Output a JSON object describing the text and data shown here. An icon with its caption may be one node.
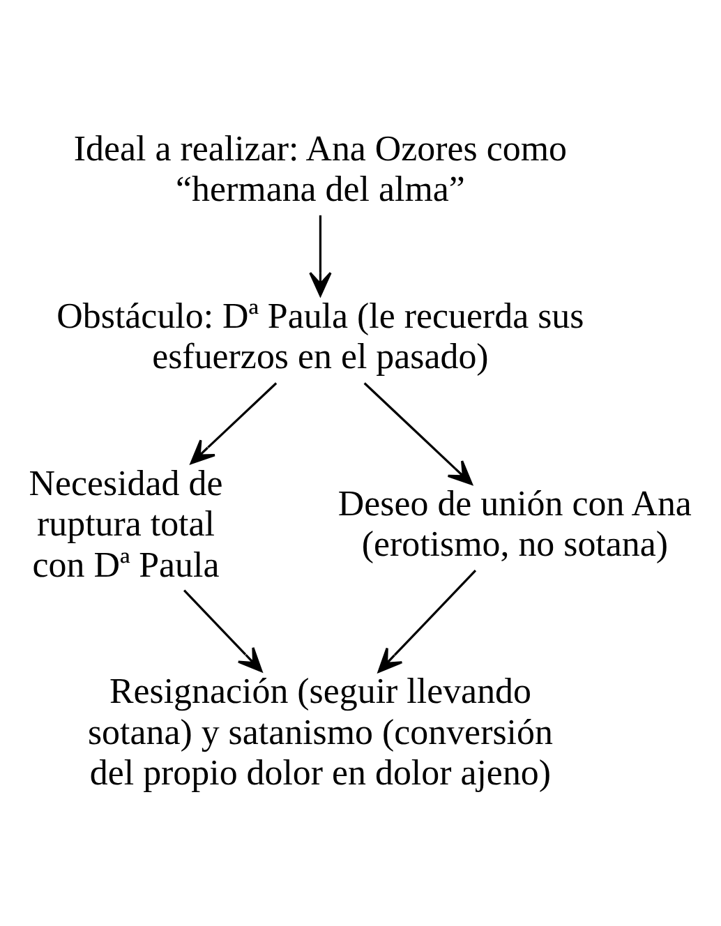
{
  "diagram": {
    "nodes": [
      {
        "text": [
          "Ideal a realizar: Ana Ozores como “hermana del alma”"
        ]
      },
      {
        "text": [
          "Obstáculo: Dª Paula (le recuerda sus esfuerzos en el pasado)"
        ]
      },
      {
        "text": [
          "Necesidad de ruptura total con Dª Paula"
        ]
      },
      {
        "text": [
          "Deseo de unión con Ana (erotismo, no sotana)"
        ]
      },
      {
        "text": [
          "Resignación (seguir llevando sotana) y satanismo (conversión del propio dolor en dolor ajeno)"
        ]
      }
    ],
    "edges": [
      {
        "from": 0,
        "to": 1,
        "arrow": "to"
      },
      {
        "from": 1,
        "to": 2,
        "arrow": "to"
      },
      {
        "from": 1,
        "to": 3,
        "arrow": "to"
      },
      {
        "from": 2,
        "to": 4,
        "arrow": "to"
      },
      {
        "from": 3,
        "to": 4,
        "arrow": "to"
      }
    ]
  }
}
